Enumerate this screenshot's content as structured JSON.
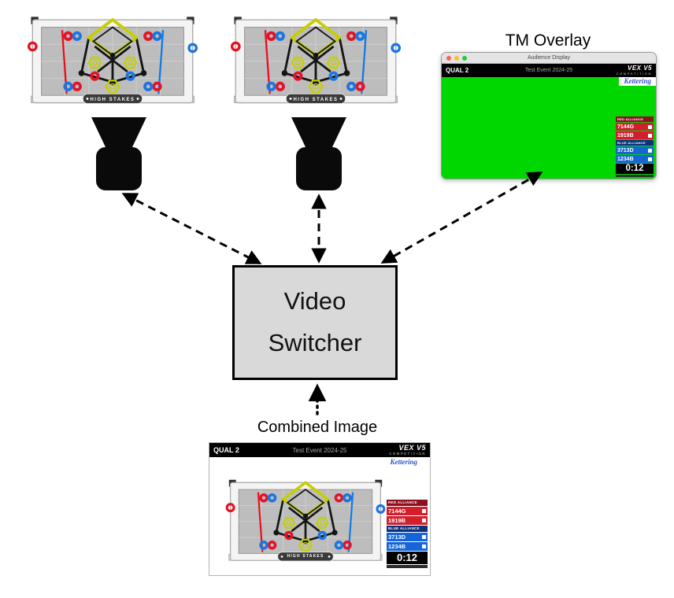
{
  "diagram": {
    "tm_overlay_label": "TM Overlay",
    "combined_label": "Combined Image",
    "switcher_label": "Video Switcher"
  },
  "field": {
    "banner": "HIGH STAKES"
  },
  "overlay": {
    "window_title": "Audience Display",
    "match": "QUAL 2",
    "event": "Test Event 2024-25",
    "brand": "VEX V5",
    "brand_sub": "COMPETITION",
    "sponsor": "Kettering",
    "red_alliance": "RED ALLIANCE",
    "blue_alliance": "BLUE ALLIANCE",
    "red_teams": [
      "7144G",
      "1919B"
    ],
    "blue_teams": [
      "3713D",
      "1234B"
    ],
    "timer": "0:12"
  },
  "colors": {
    "green_screen": "#00d600",
    "red_alliance": "#d21f2c",
    "blue_alliance": "#1565d8"
  }
}
